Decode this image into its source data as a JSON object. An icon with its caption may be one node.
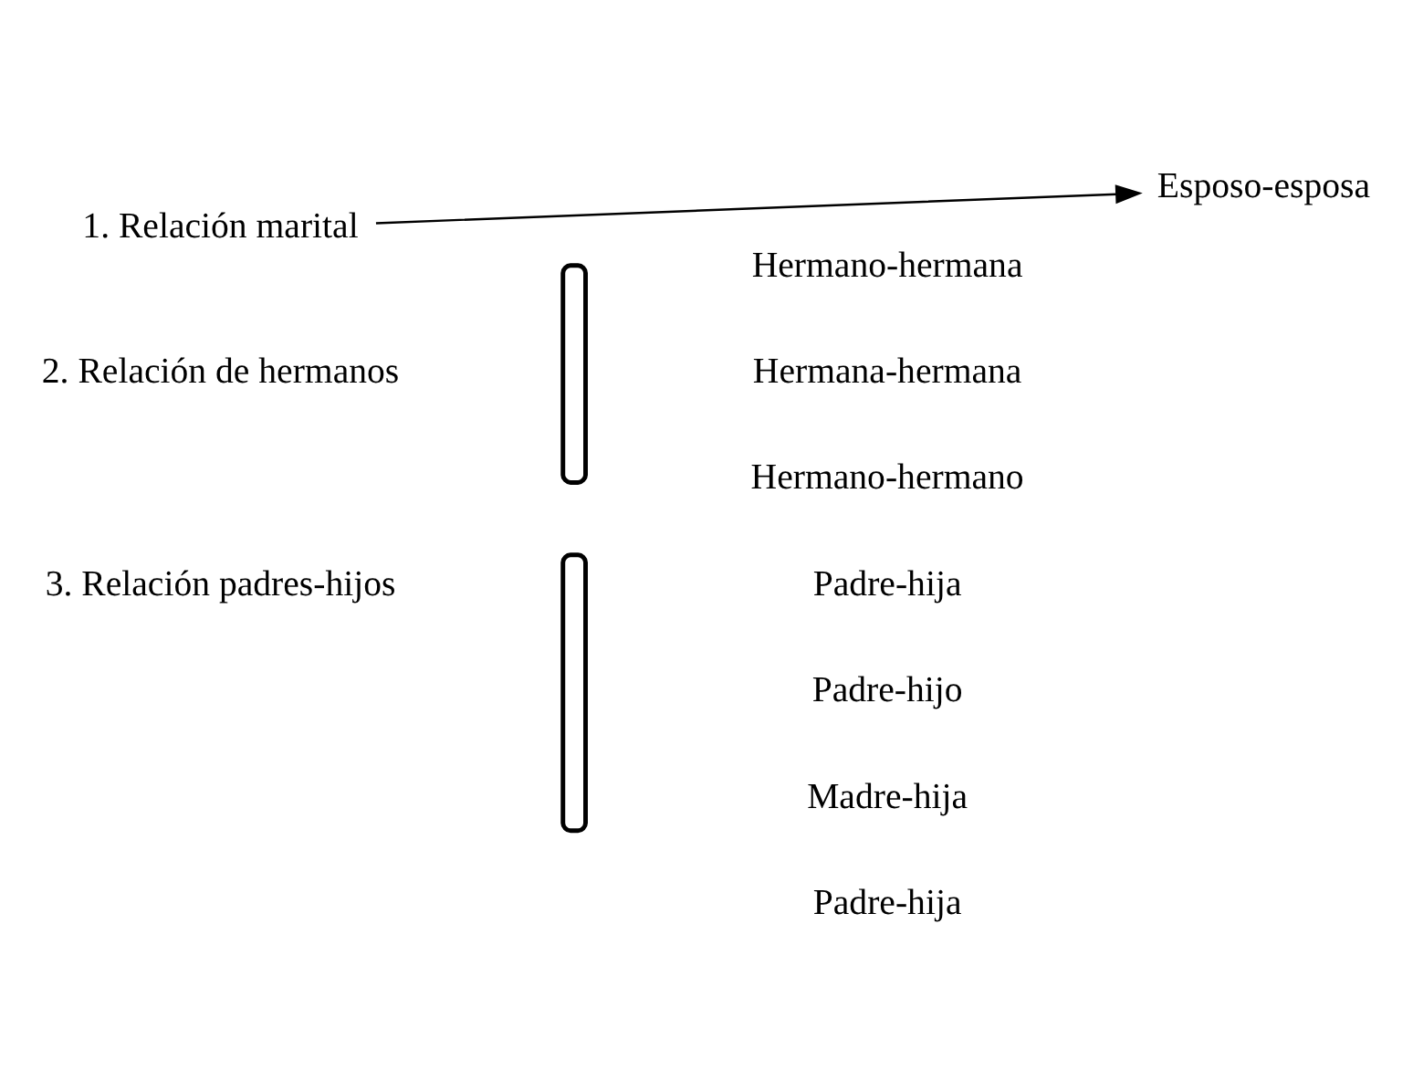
{
  "diagram": {
    "nodes": [
      {
        "text": [
          "1. Relación marital"
        ]
      },
      {
        "text": [
          "Esposo-esposa"
        ]
      }
    ],
    "edges": [
      {
        "from": 0,
        "to": 1,
        "arrow": "to"
      }
    ],
    "labels": [
      "2. Relación de hermanos",
      "Hermano-hermana",
      "Hermana-hermana",
      "Hermano-hermano",
      "3. Relación padres-hijos",
      "Padre-hija",
      "Padre-hijo",
      "Madre-hija",
      "Padre-hija"
    ]
  }
}
